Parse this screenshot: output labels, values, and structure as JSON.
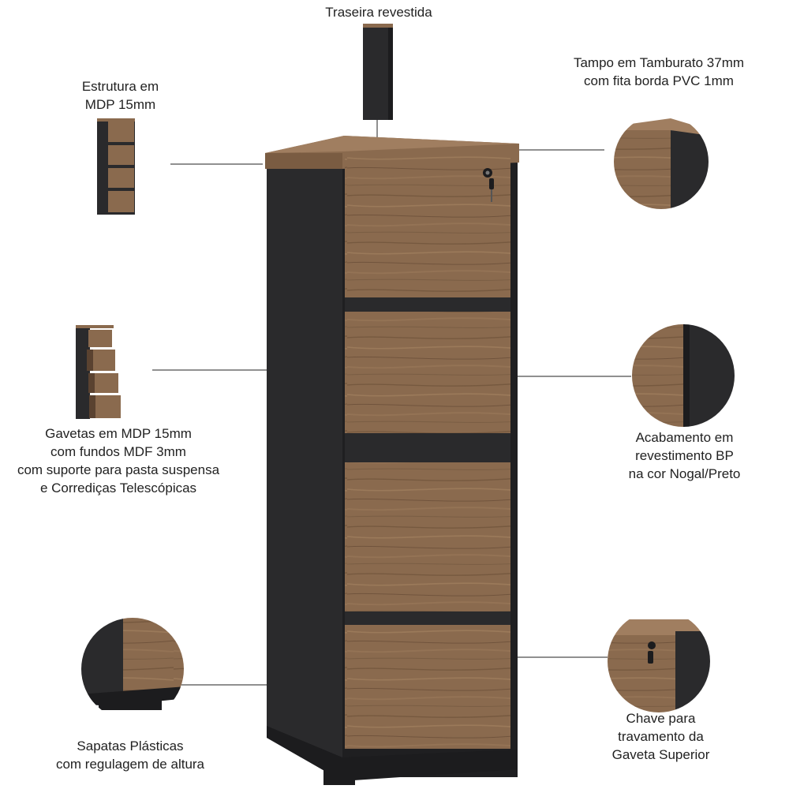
{
  "labels": {
    "traseira": [
      "Traseira revestida"
    ],
    "tampo": [
      "Tampo em Tamburato 37mm",
      "com fita borda PVC 1mm"
    ],
    "estrutura": [
      "Estrutura em",
      "MDP 15mm"
    ],
    "gavetas": [
      "Gavetas em MDP 15mm",
      "com fundos MDF 3mm",
      "com suporte para pasta suspensa",
      "e Corrediças Telescópicas"
    ],
    "acabamento": [
      "Acabamento em",
      "revestimento BP",
      "na cor Nogal/Preto"
    ],
    "sapatas": [
      "Sapatas Plásticas",
      "com regulagem de altura"
    ],
    "chave": [
      "Chave para",
      "travamento da",
      "Gaveta Superior"
    ]
  },
  "colors": {
    "wood": "#8a6a4e",
    "wood_light": "#a07e60",
    "wood_dark": "#6b4f38",
    "black": "#2a2a2c",
    "black_dark": "#1c1c1e"
  },
  "icons": {
    "lock": "key-lock-icon"
  }
}
